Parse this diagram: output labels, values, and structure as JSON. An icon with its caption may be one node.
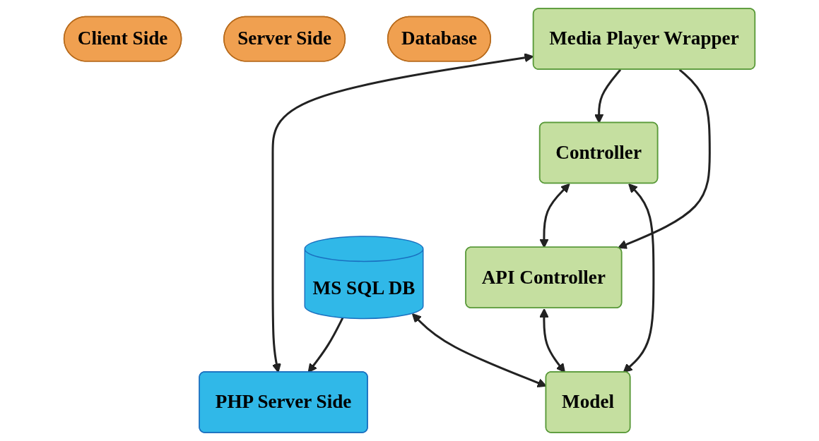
{
  "diagram": {
    "nodes": [
      {
        "text": [
          "Client Side"
        ]
      },
      {
        "text": [
          "Server Side"
        ]
      },
      {
        "text": [
          "Database"
        ]
      },
      {
        "text": [
          "Media Player Wrapper"
        ]
      },
      {
        "text": [
          "PHP Server Side"
        ]
      },
      {
        "text": [
          "Controller"
        ]
      },
      {
        "text": [
          "API Controller"
        ]
      },
      {
        "text": [
          "Model"
        ]
      },
      {
        "text": [
          "MS SQL DB"
        ]
      }
    ],
    "edges": [
      {
        "from": 3,
        "to": 4,
        "arrow": "both"
      },
      {
        "from": 3,
        "to": 5,
        "arrow": "to"
      },
      {
        "from": 3,
        "to": 6,
        "arrow": "to"
      },
      {
        "from": 5,
        "to": 6,
        "arrow": "both"
      },
      {
        "from": 5,
        "to": 7,
        "arrow": "both"
      },
      {
        "from": 6,
        "to": 7,
        "arrow": "both"
      },
      {
        "from": 8,
        "to": 4,
        "arrow": "to"
      },
      {
        "from": 8,
        "to": 7,
        "arrow": "both"
      }
    ]
  }
}
